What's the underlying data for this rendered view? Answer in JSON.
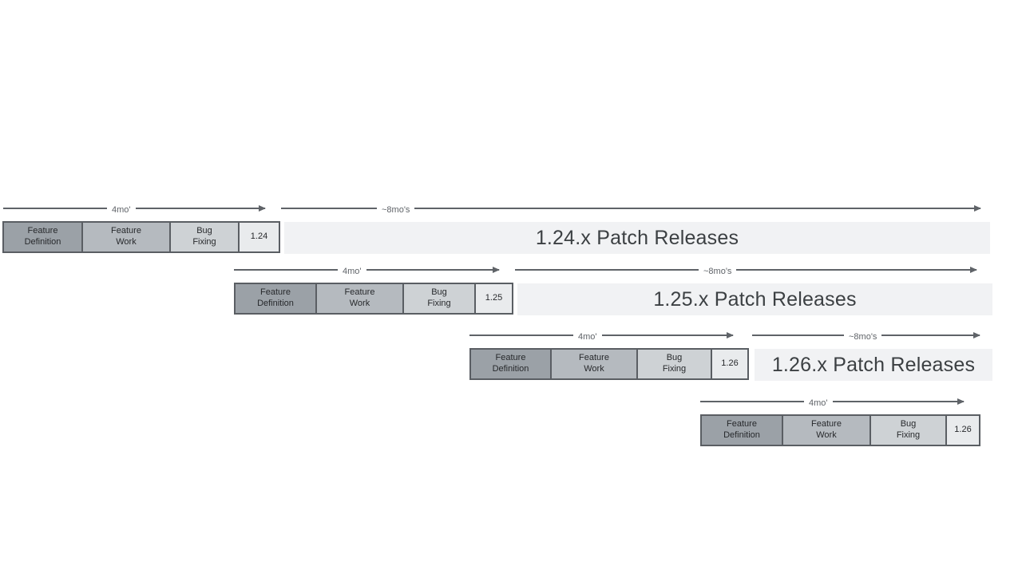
{
  "colors": {
    "feature_definition_fill": "#9ba1a7",
    "feature_work_fill": "#b5babf",
    "bug_fixing_fill": "#ced2d5",
    "version_box_fill": "#e9ebed",
    "patch_band_fill": "#f1f2f4",
    "line": "#5f6368",
    "box_border": "#5a5e63",
    "box_text": "#27292c",
    "band_text": "#3c4043"
  },
  "rows": [
    {
      "version": "1.24",
      "phases": {
        "feature_definition": "Feature\nDefinition",
        "feature_work": "Feature\nWork",
        "bug_fixing": "Bug\nFixing"
      },
      "dev_arrow_label": "4mo'",
      "patch_arrow_label": "~8mo's",
      "patch_band_label": "1.24.x Patch Releases"
    },
    {
      "version": "1.25",
      "phases": {
        "feature_definition": "Feature\nDefinition",
        "feature_work": "Feature\nWork",
        "bug_fixing": "Bug\nFixing"
      },
      "dev_arrow_label": "4mo'",
      "patch_arrow_label": "~8mo's",
      "patch_band_label": "1.25.x Patch Releases"
    },
    {
      "version": "1.26",
      "phases": {
        "feature_definition": "Feature\nDefinition",
        "feature_work": "Feature\nWork",
        "bug_fixing": "Bug\nFixing"
      },
      "dev_arrow_label": "4mo'",
      "patch_arrow_label": "~8mo's",
      "patch_band_label": "1.26.x Patch Releases"
    },
    {
      "version": "1.26",
      "phases": {
        "feature_definition": "Feature\nDefinition",
        "feature_work": "Feature\nWork",
        "bug_fixing": "Bug\nFixing"
      },
      "dev_arrow_label": "4mo'"
    }
  ]
}
